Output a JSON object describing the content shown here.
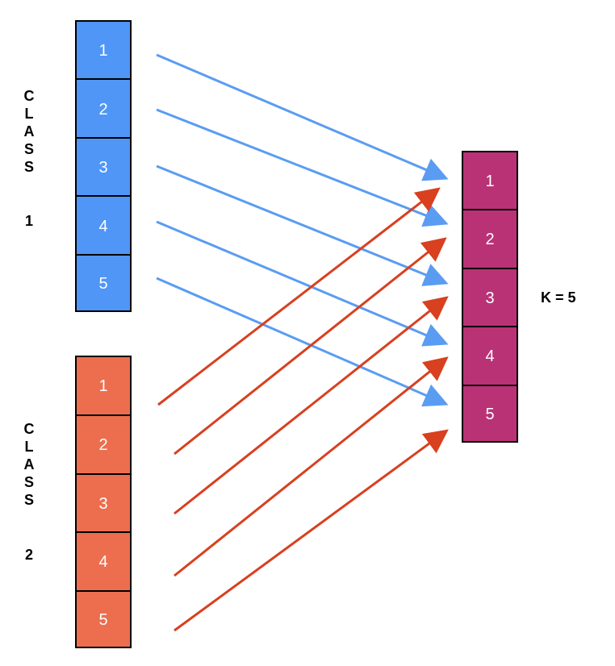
{
  "colors": {
    "class1": "#4f96f7",
    "class2": "#ec6e4e",
    "output": "#b93276",
    "arrow_class1": "#5a9cf2",
    "arrow_class2": "#d8401f",
    "border": "#000000",
    "cell_text": "#ffffff"
  },
  "class1": {
    "letters": [
      "C",
      "L",
      "A",
      "S",
      "S"
    ],
    "number": "1",
    "cells": [
      "1",
      "2",
      "3",
      "4",
      "5"
    ]
  },
  "class2": {
    "letters": [
      "C",
      "L",
      "A",
      "S",
      "S"
    ],
    "number": "2",
    "cells": [
      "1",
      "2",
      "3",
      "4",
      "5"
    ]
  },
  "output": {
    "cells": [
      "1",
      "2",
      "3",
      "4",
      "5"
    ],
    "k_label": "K = 5"
  },
  "arrows": {
    "class1_to_output": [
      {
        "from": 1,
        "to": 1
      },
      {
        "from": 2,
        "to": 2
      },
      {
        "from": 3,
        "to": 3
      },
      {
        "from": 4,
        "to": 4
      },
      {
        "from": 5,
        "to": 5
      }
    ],
    "class2_to_output": [
      {
        "from": 1,
        "to": 1
      },
      {
        "from": 2,
        "to": 2
      },
      {
        "from": 3,
        "to": 3
      },
      {
        "from": 4,
        "to": 4
      },
      {
        "from": 5,
        "to": 5
      }
    ]
  }
}
